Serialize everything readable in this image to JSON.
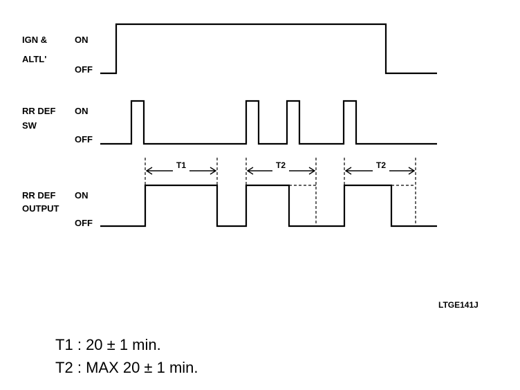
{
  "signals": [
    {
      "label_lines": [
        "IGN &",
        "ALTL'"
      ],
      "on": "ON",
      "off": "OFF"
    },
    {
      "label_lines": [
        "RR DEF",
        "SW"
      ],
      "on": "ON",
      "off": "OFF"
    },
    {
      "label_lines": [
        "RR DEF",
        "OUTPUT"
      ],
      "on": "ON",
      "off": "OFF"
    }
  ],
  "intervals": [
    "T1",
    "T2",
    "T2"
  ],
  "figure_code": "LTGE141J",
  "notes": [
    {
      "key": "T1",
      "sep": ":",
      "value": "20 ± 1 min."
    },
    {
      "key": "T2",
      "sep": ":",
      "value": "MAX 20 ± 1 min."
    }
  ]
}
